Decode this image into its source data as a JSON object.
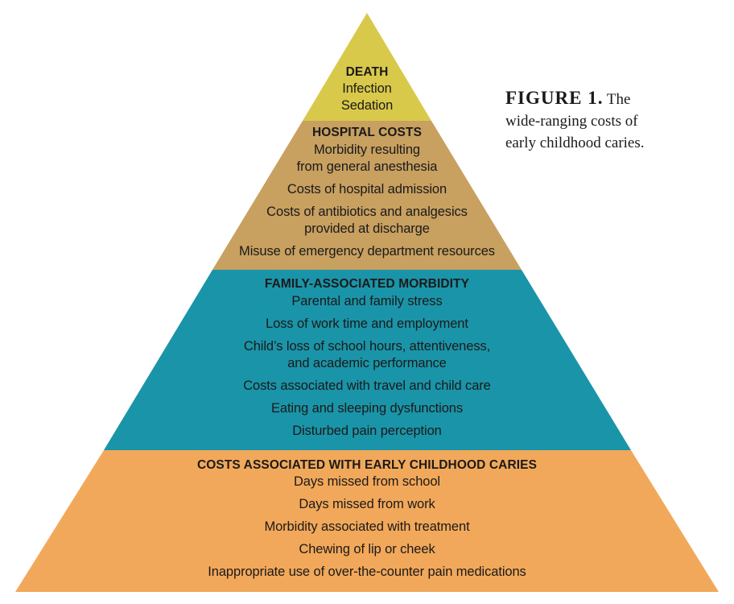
{
  "caption": {
    "label": "FIGURE 1.",
    "text_line1": "The",
    "text_line2": "wide-ranging costs of",
    "text_line3": "early childhood caries."
  },
  "colors": {
    "death": "#D9C94A",
    "hospital": "#C8A060",
    "family": "#1A94A8",
    "costs": "#F2A85A"
  },
  "layers": {
    "death": {
      "title": "DEATH",
      "items": [
        "Infection",
        "Sedation"
      ]
    },
    "hospital": {
      "title": "HOSPITAL COSTS",
      "items": [
        "Morbidity resulting",
        "from general anesthesia",
        "Costs of hospital admission",
        "Costs of antibiotics and analgesics",
        "provided at discharge",
        "Misuse of emergency department resources"
      ]
    },
    "family": {
      "title": "FAMILY-ASSOCIATED MORBIDITY",
      "items": [
        "Parental and family stress",
        "Loss of work time and employment",
        "Child’s loss of school hours, attentiveness,",
        "and academic performance",
        "Costs associated with travel and child care",
        "Eating and sleeping dysfunctions",
        "Disturbed pain perception"
      ]
    },
    "costs": {
      "title": "COSTS ASSOCIATED WITH EARLY CHILDHOOD CARIES",
      "items": [
        "Days missed from school",
        "Days missed from work",
        "Morbidity associated with treatment",
        "Chewing of lip or cheek",
        "Inappropriate use of over-the-counter pain medications"
      ]
    }
  }
}
